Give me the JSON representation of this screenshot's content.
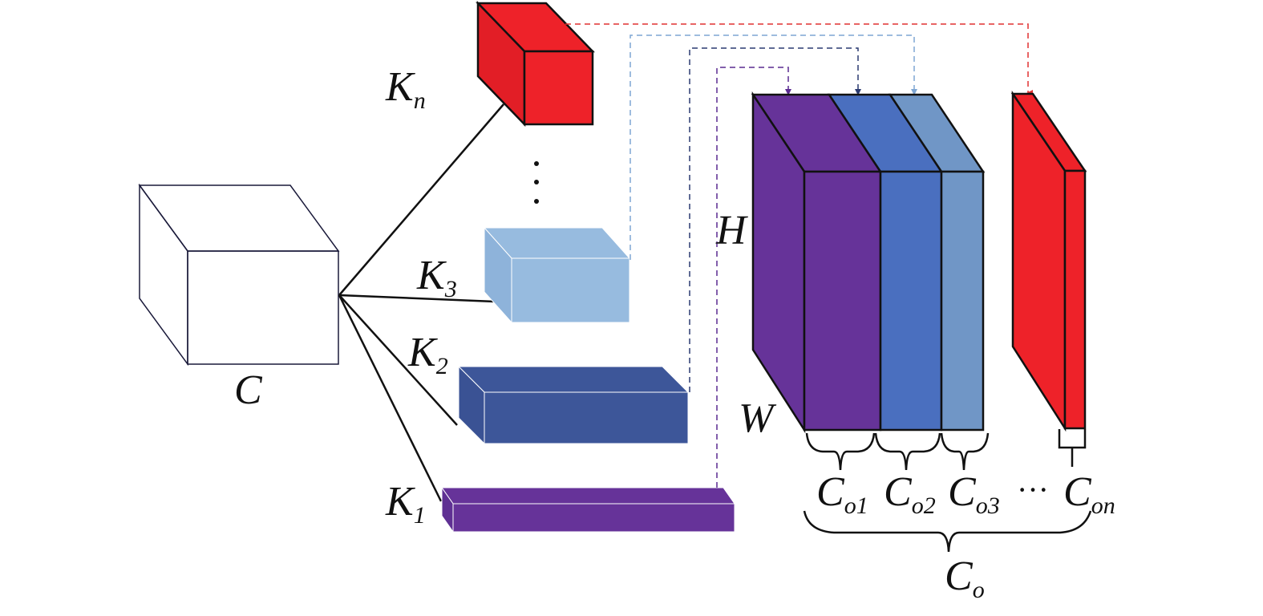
{
  "input": {
    "label": "C"
  },
  "kernels": [
    {
      "key": "k1",
      "main": "K",
      "sub": "1",
      "color": "#663399"
    },
    {
      "key": "k2",
      "main": "K",
      "sub": "2",
      "color": "#3d5699"
    },
    {
      "key": "k3",
      "main": "K",
      "sub": "3",
      "color": "#97bbdf"
    },
    {
      "key": "kn",
      "main": "K",
      "sub": "n",
      "color": "#ee2229"
    }
  ],
  "dims": {
    "height": "H",
    "width": "W"
  },
  "outputs": [
    {
      "key": "co1",
      "main": "C",
      "sub": "o1",
      "color": "#663399"
    },
    {
      "key": "co2",
      "main": "C",
      "sub": "o2",
      "color": "#4a6fbf"
    },
    {
      "key": "co3",
      "main": "C",
      "sub": "o3",
      "color": "#7096c6"
    },
    {
      "key": "con",
      "main": "C",
      "sub": "on",
      "color": "#ee2229"
    }
  ],
  "ellipsis_dots": "···",
  "total": {
    "main": "C",
    "sub": "o"
  }
}
